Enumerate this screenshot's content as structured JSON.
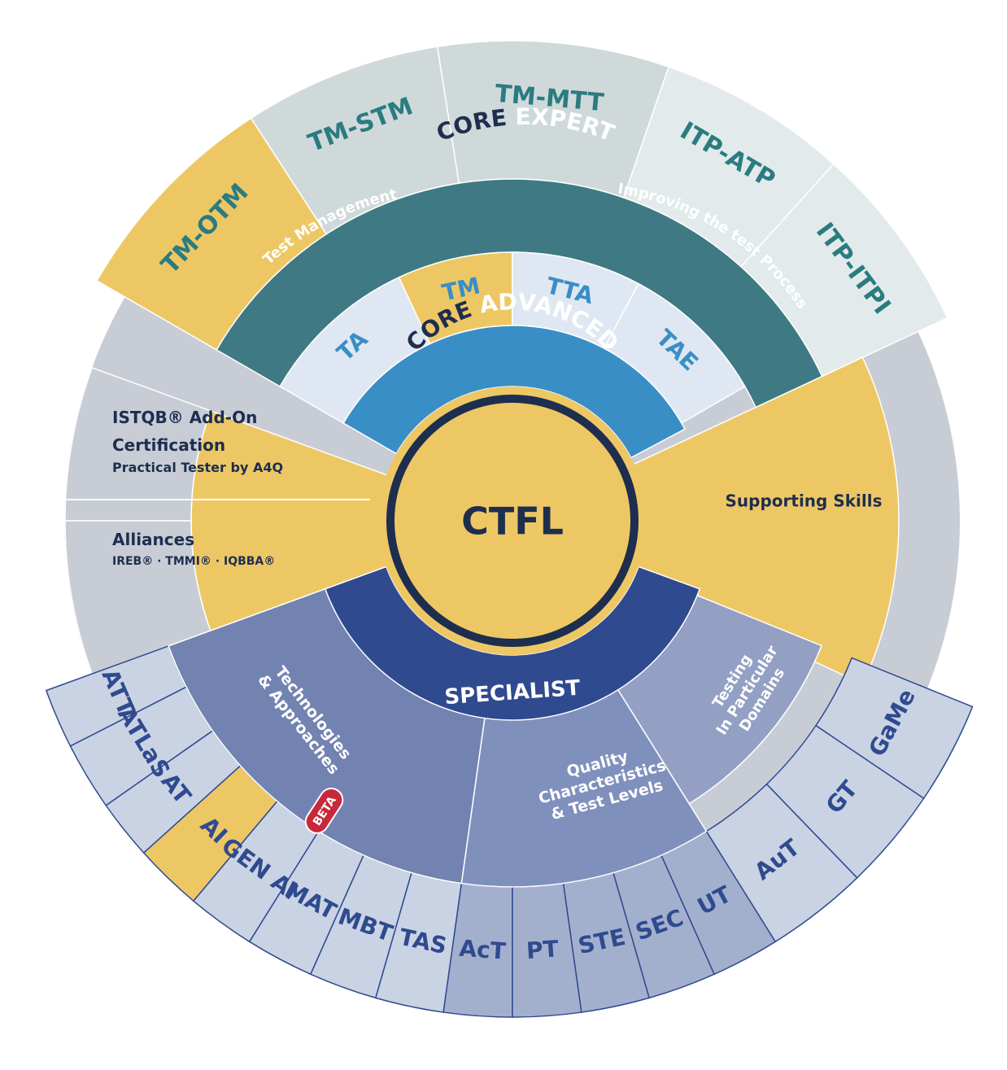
{
  "colors": {
    "yellow": "#eec765",
    "teal": "#3f7a84",
    "teal_text": "#2a7c80",
    "blue": "#3a8ec6",
    "blue_text": "#3a8ec6",
    "navy": "#2f4a8f",
    "navy_text": "#2f4a8f",
    "gray": "#c8ccd5",
    "light_blue": "#dfe7f2",
    "light_gray1": "#d0d9da",
    "light_gray2": "#e3eaeb",
    "periwinkle": "#7283b1",
    "periwinkle2": "#8090bd",
    "periwinkle3": "#93a0c4",
    "outer_blue": "#c9d3e3",
    "outer_blue2": "#a3b0cd",
    "beta_red": "#c8283a",
    "dark": "#1d2e4f"
  },
  "center": {
    "label": "CTFL"
  },
  "core_advanced": {
    "word1": "CORE",
    "word2": "ADVANCED",
    "modules": [
      {
        "label": "TA"
      },
      {
        "label": "TM"
      },
      {
        "label": "TTA"
      },
      {
        "label": "TAE"
      }
    ]
  },
  "core_expert": {
    "word1": "CORE",
    "word2": "EXPERT",
    "left_label": "Test Management",
    "right_label": "Improving the test Process",
    "modules": [
      {
        "label": "TM-OTM"
      },
      {
        "label": "TM-STM"
      },
      {
        "label": "TM-MTT"
      },
      {
        "label": "ITP-ATP"
      },
      {
        "label": "ITP-ITPI"
      }
    ]
  },
  "supporting": {
    "label": "Supporting Skills"
  },
  "add_on": {
    "title_line1": "ISTQB® Add-On",
    "title_line2": "Certification",
    "subtitle": "Practical Tester by A4Q"
  },
  "alliances": {
    "title": "Alliances",
    "subtitle": "IREB® · TMMI® · IQBBA®"
  },
  "specialist": {
    "label": "SPECIALIST",
    "groups": [
      {
        "line1": "Technologies",
        "line2": "& Approaches"
      },
      {
        "line1": "Quality",
        "line2": "Characteristics",
        "line3": "& Test Levels"
      },
      {
        "line1": "Testing",
        "line2": "In Particular",
        "line3": "Domains"
      }
    ],
    "tech_modules": [
      {
        "label": "ATT"
      },
      {
        "label": "ATLaS"
      },
      {
        "label": "AT"
      },
      {
        "label": "AI"
      },
      {
        "label": "GEN AI"
      },
      {
        "label": "MAT"
      },
      {
        "label": "MBT"
      },
      {
        "label": "TAS"
      }
    ],
    "quality_modules": [
      {
        "label": "AcT"
      },
      {
        "label": "PT"
      },
      {
        "label": "STE"
      },
      {
        "label": "SEC"
      },
      {
        "label": "UT"
      }
    ],
    "domain_modules": [
      {
        "label": "AuT"
      },
      {
        "label": "GT"
      },
      {
        "label": "GaMe"
      }
    ],
    "beta_badge": "BETA"
  }
}
